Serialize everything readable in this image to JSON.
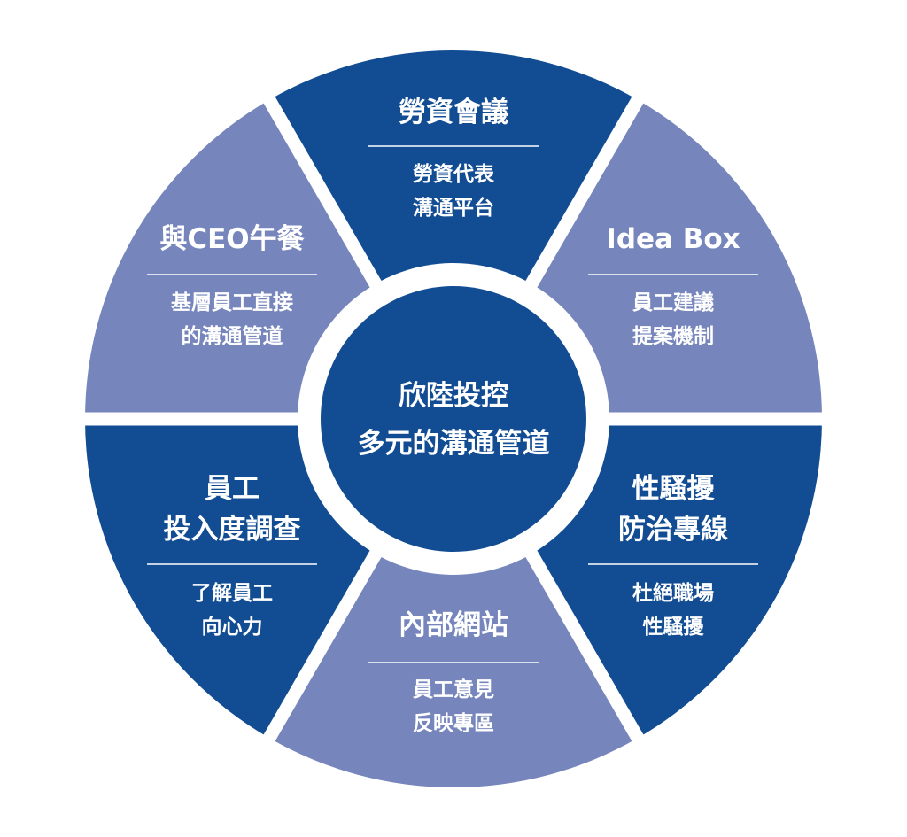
{
  "colors": {
    "dark": "#124d94",
    "light": "#7686bd",
    "gap": "#ffffff"
  },
  "center": {
    "line1": "欣陸投控",
    "line2": "多元的溝通管道"
  },
  "segments": [
    {
      "id": "labor-meeting",
      "title": [
        "勞資會議"
      ],
      "sub": [
        "勞資代表",
        "溝通平台"
      ],
      "tone": "dark"
    },
    {
      "id": "idea-box",
      "title": [
        "Idea Box"
      ],
      "sub": [
        "員工建議",
        "提案機制"
      ],
      "tone": "light"
    },
    {
      "id": "harassment-hotline",
      "title": [
        "性騷擾",
        "防治專線"
      ],
      "sub": [
        "杜絕職場",
        "性騷擾"
      ],
      "tone": "dark"
    },
    {
      "id": "intranet",
      "title": [
        "內部網站"
      ],
      "sub": [
        "員工意見",
        "反映專區"
      ],
      "tone": "light"
    },
    {
      "id": "engagement-survey",
      "title": [
        "員工",
        "投入度調查"
      ],
      "sub": [
        "了解員工",
        "向心力"
      ],
      "tone": "dark"
    },
    {
      "id": "lunch-with-ceo",
      "title": [
        "與CEO午餐"
      ],
      "sub": [
        "基層員工直接",
        "的溝通管道"
      ],
      "tone": "light"
    }
  ]
}
